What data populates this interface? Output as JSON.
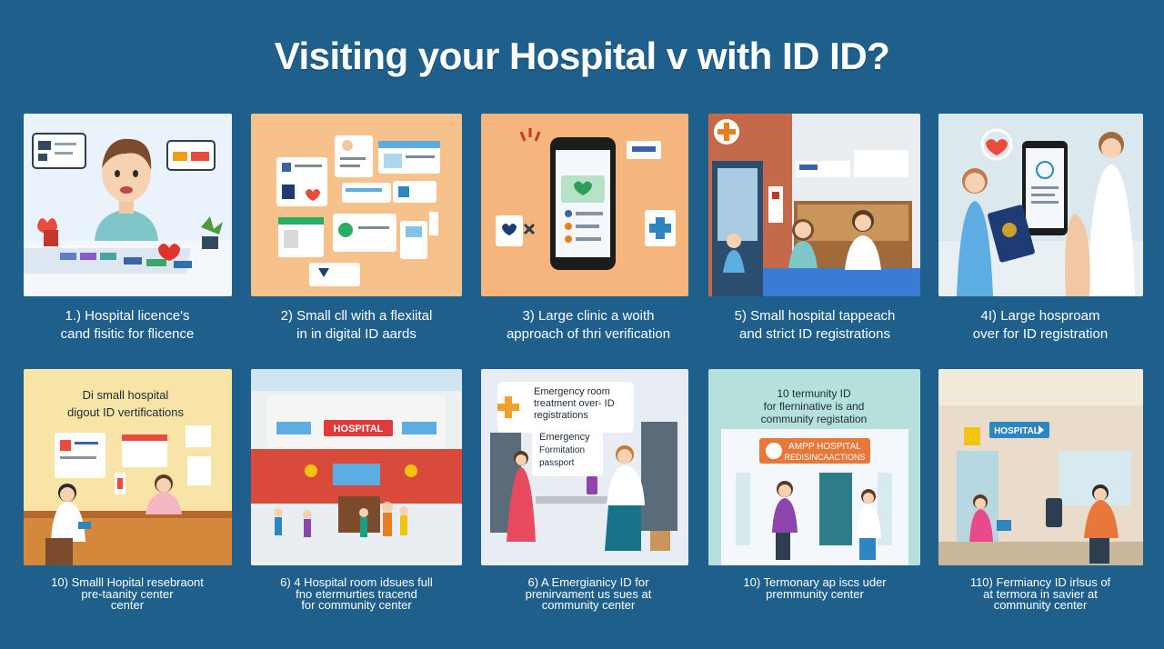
{
  "title": "Visiting your Hospital  v with ID ID?",
  "panels": [
    {
      "caption": [
        "1.) Hospital licence's",
        "cand fisitic for flicence"
      ]
    },
    {
      "caption": [
        "2) Small cll with a flexiital",
        "in in digital ID aards"
      ]
    },
    {
      "caption": [
        "3) Large clinic a woith",
        "approach of thri verification"
      ]
    },
    {
      "caption": [
        "5) Small hospital tappeach",
        "and strict ID registrations"
      ]
    },
    {
      "caption": [
        "4I) Large hosproam",
        "over for ID registration"
      ]
    },
    {
      "caption": [
        "10) Smalll Hopital resebraont",
        "pre-taanity center",
        "center"
      ],
      "image_text": [
        "Di small hospital",
        "digout ID vertifications"
      ]
    },
    {
      "caption": [
        "6) 4 Hospital room idsues full",
        "fno etermurties tracend",
        "for community center"
      ],
      "image_text": [
        "HOSPITAL"
      ]
    },
    {
      "caption": [
        "6) A Emergianicy ID for",
        "prenirvament us sues at",
        "community center"
      ],
      "image_text": [
        "Emergency room",
        "treatment  over- ID",
        "registrations",
        "Emergency",
        "Formitation",
        "passport"
      ]
    },
    {
      "caption": [
        "10) Termonary ap iscs uder",
        "premmunity center"
      ],
      "image_text": [
        "10 termunity ID",
        "for flerninative is and",
        "community registation",
        "AMPP HOSPITAL",
        "REDISINCAACTIONS"
      ]
    },
    {
      "caption": [
        "110) Fermiancy ID irlsus of",
        "at termora in savier at",
        "community center"
      ],
      "image_text": [
        "HOSPITAL"
      ]
    }
  ],
  "colors": {
    "background": "#1f5f8b",
    "text": "#ffffff"
  }
}
